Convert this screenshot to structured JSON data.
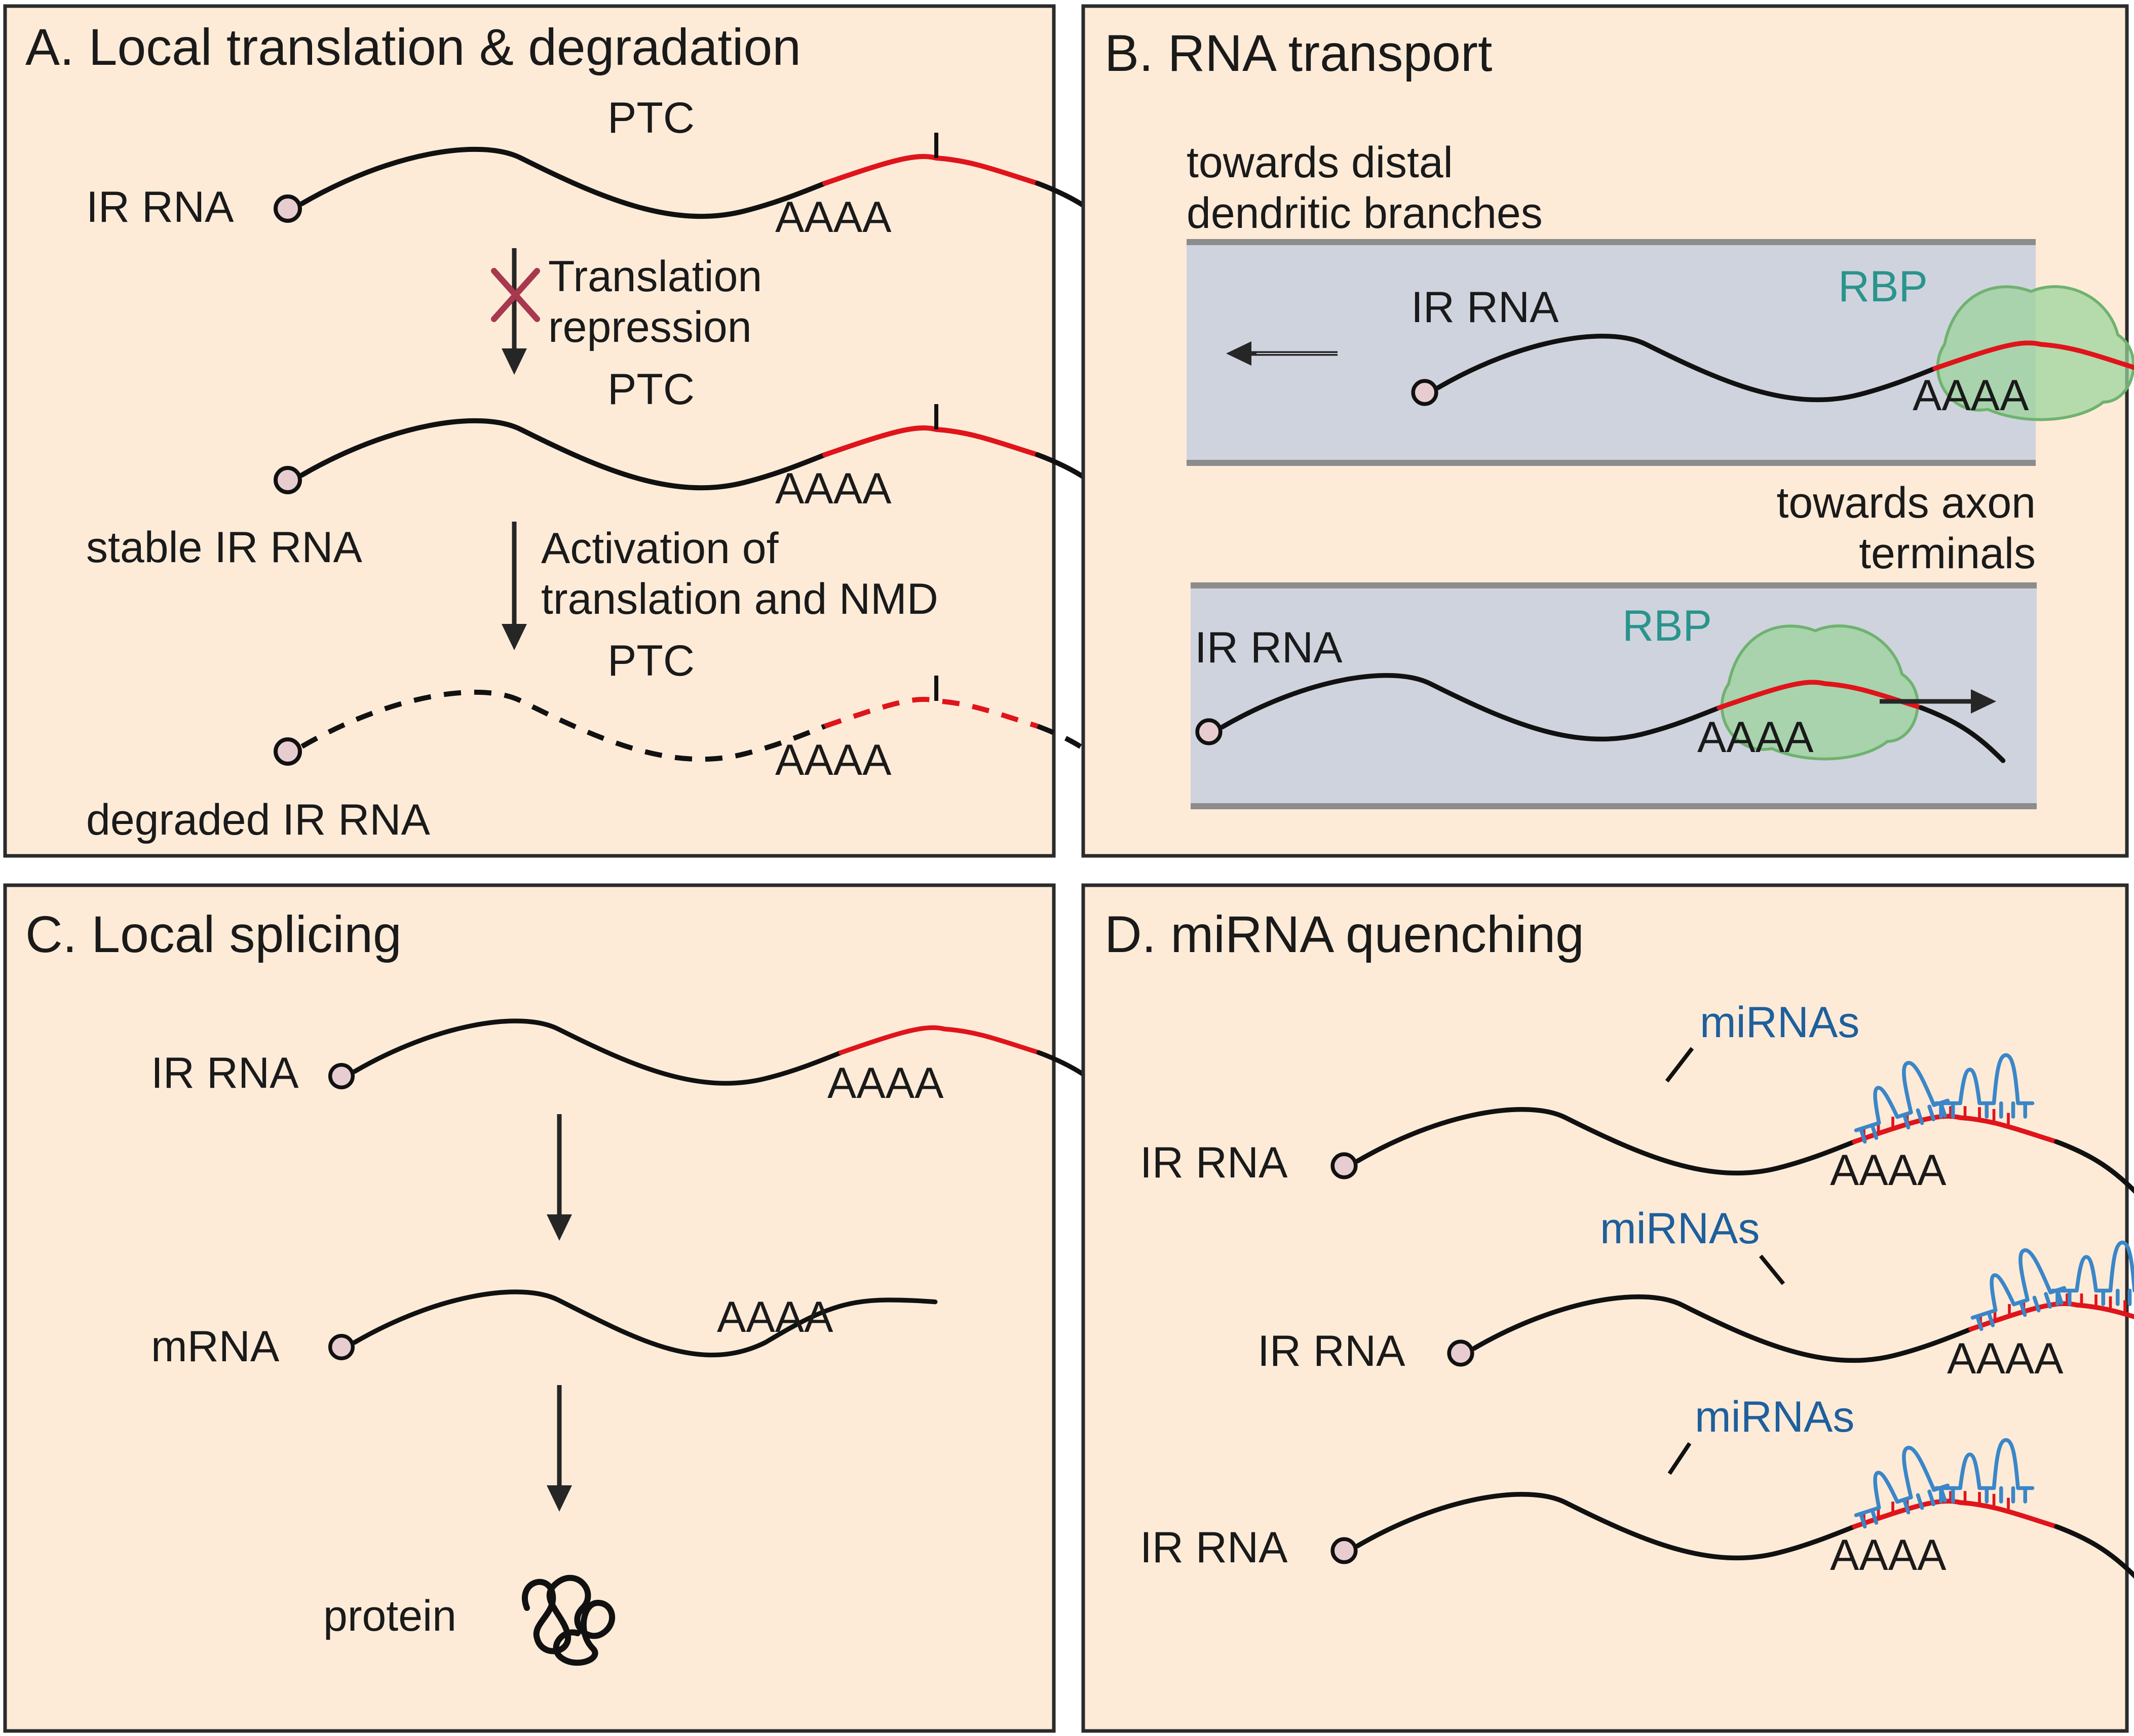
{
  "panels": {
    "a": {
      "title": "A. Local translation & degradation",
      "ptc": "PTC",
      "ir_rna": "IR RNA",
      "polya": "AAAA",
      "step1": [
        "Translation",
        "repression"
      ],
      "stable": "stable IR RNA",
      "step2": [
        "Activation of",
        "translation and NMD"
      ],
      "degraded": "degraded IR RNA"
    },
    "b": {
      "title": "B. RNA transport",
      "dendrite_direction": [
        "towards distal",
        "dendritic branches"
      ],
      "axon_direction": [
        "towards axon",
        "terminals"
      ],
      "ir_rna": "IR RNA",
      "rbp": "RBP",
      "polya": "AAAA"
    },
    "c": {
      "title": "C. Local splicing",
      "ir_rna": "IR RNA",
      "mrna": "mRNA",
      "protein": "protein",
      "polya": "AAAA"
    },
    "d": {
      "title": "D. miRNA quenching",
      "ir_rna": "IR RNA",
      "mirnas": "miRNAs",
      "polya": "AAAA"
    }
  },
  "colors": {
    "panel_bg": "#fdebd8",
    "intron": "#e0141b",
    "rbp_text": "#2a948c",
    "mirna_text": "#1f5f9c",
    "mirna_glyph": "#3b86c8",
    "rbp_blob": "#98d39a",
    "channel": "#cfd3de"
  },
  "icons": [
    "cap-circle",
    "cross-mark",
    "down-arrow",
    "left-arrow",
    "right-arrow",
    "protein-squiggle",
    "mirna-glyph"
  ]
}
